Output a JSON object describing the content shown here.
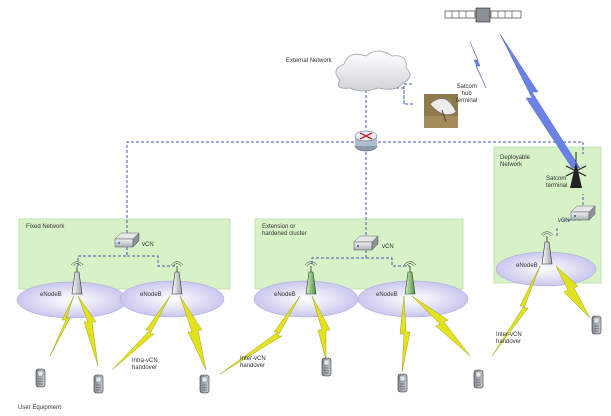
{
  "labels": {
    "external_network": "External Network",
    "satcom_hub": "Satcom\nhub\nterminal",
    "deployable_network": "Deployable\nNetwork",
    "satcom_terminal": "Satcom\nterminal",
    "fixed_network": "Fixed Network",
    "extension_cluster": "Extension or\nhardened cluster",
    "vcn": "vCN",
    "enodeb": "eNodeB",
    "intra_vcn_handover": "Intra-vCN\nhandover",
    "inter_vcn_handover": "Inter-vCN\nhandover",
    "user_equipment": "User Equipment"
  },
  "colors": {
    "region_fill": "#d8f2c8",
    "region_stroke": "#b9e0a4",
    "cell_fill": "#c9c6ee",
    "backhaul_line": "#3f55b5",
    "radio_link": "#e3e21c",
    "sat_link": "#6a82e6",
    "router": "#e3efff"
  },
  "icons": [
    "cloud-icon",
    "router-icon",
    "satellite-icon",
    "satellite-dish-icon",
    "tactical-antenna-icon",
    "vcn-server-icon",
    "enodeb-tower-icon",
    "mobile-phone-icon"
  ]
}
